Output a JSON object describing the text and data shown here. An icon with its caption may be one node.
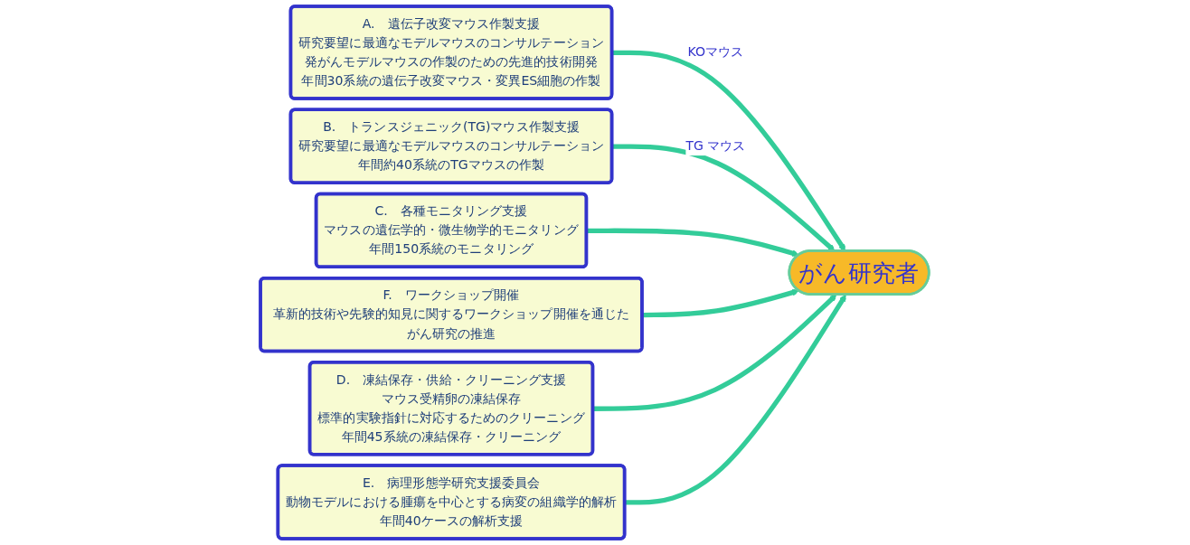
{
  "diagram": {
    "nodes": [
      {
        "text": [
          "A.　遺伝子改変マウス作製支援",
          "研究要望に最適なモデルマウスのコンサルテーション",
          "発がんモデルマウスの作製のための先進的技術開発",
          "年間30系統の遺伝子改変マウス・変異ES細胞の作製"
        ]
      },
      {
        "text": [
          "B.　トランスジェニック(TG)マウス作製支援",
          "研究要望に最適なモデルマウスのコンサルテーション",
          "年間約40系統のTGマウスの作製"
        ]
      },
      {
        "text": [
          "C.　各種モニタリング支援",
          "マウスの遺伝学的・微生物学的モニタリング",
          "年間150系統のモニタリング"
        ]
      },
      {
        "text": [
          "がん研究者"
        ]
      },
      {
        "text": [
          "F.　ワークショップ開催",
          "革新的技術や先験的知見に関するワークショップ開催を通じたがん研究の推進"
        ]
      },
      {
        "text": [
          "D.　凍結保存・供給・クリーニング支援",
          "マウス受精卵の凍結保存",
          "標準的実験指針に対応するためのクリーニング",
          "年間45系統の凍結保存・クリーニング"
        ]
      },
      {
        "text": [
          "E.　病理形態学研究支援委員会",
          "動物モデルにおける腫瘍を中心とする病変の組織学的解析",
          "年間40ケースの解析支援"
        ]
      }
    ],
    "edges": [
      {
        "from": 0,
        "to": 3,
        "arrow": "to",
        "label": "KOマウス"
      },
      {
        "from": 1,
        "to": 3,
        "arrow": "to",
        "label": "TG マウス"
      },
      {
        "from": 2,
        "to": 3,
        "arrow": "to"
      },
      {
        "from": 4,
        "to": 3,
        "arrow": "to"
      },
      {
        "from": 5,
        "to": 3,
        "arrow": "to"
      },
      {
        "from": 6,
        "to": 3,
        "arrow": "to"
      }
    ]
  }
}
